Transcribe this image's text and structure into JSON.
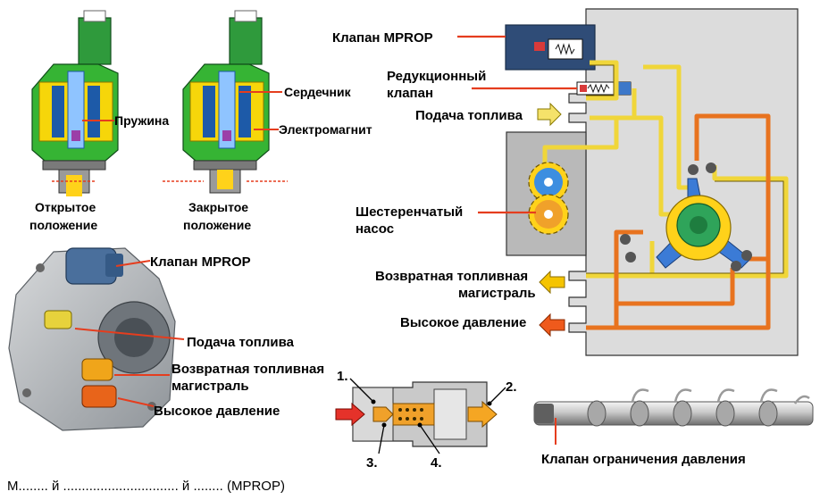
{
  "labels": {
    "open_position_1": "Открытое",
    "open_position_2": "положение",
    "closed_position_1": "Закрытое",
    "closed_position_2": "положение",
    "spring": "Пружина",
    "core": "Сердечник",
    "electromagnet": "Электромагнит",
    "mprop_valve_top": "Клапан MPROP",
    "reduction_valve_1": "Редукционный",
    "reduction_valve_2": "клапан",
    "fuel_supply_top": "Подача топлива",
    "gear_pump_1": "Шестеренчатый",
    "gear_pump_2": "насос",
    "return_line_right_1": "Возвратная топливная",
    "return_line_right_2": "магистраль",
    "high_pressure_right": "Высокое давление",
    "mprop_valve_left": "Клапан MPROP",
    "fuel_supply_left": "Подача топлива",
    "return_line_left_1": "Возвратная топливная",
    "return_line_left_2": "магистраль",
    "high_pressure_left": "Высокое давление",
    "callout_1": "1.",
    "callout_2": "2.",
    "callout_3": "3.",
    "callout_4": "4.",
    "pressure_limit_valve": "Клапан ограничения давления"
  },
  "caption": "М........ й ............................... й ........ (MPROP)",
  "colors": {
    "pointer": "#e53d1e",
    "schematic_bg": "#dcdcdc",
    "pump_housing": "#b9b9b9",
    "fuel_line_yellow": "#f0d63a",
    "high_pressure_orange": "#e8731f",
    "mprop_body": "#2f4c77",
    "coil_blue": "#1d5aa8",
    "coil_green": "#36b434",
    "gear_yellow": "#ffd21a",
    "central_green": "#2fa45a",
    "arrow_yellow": "#f5c400",
    "arrow_orange": "#ef5a1c"
  }
}
